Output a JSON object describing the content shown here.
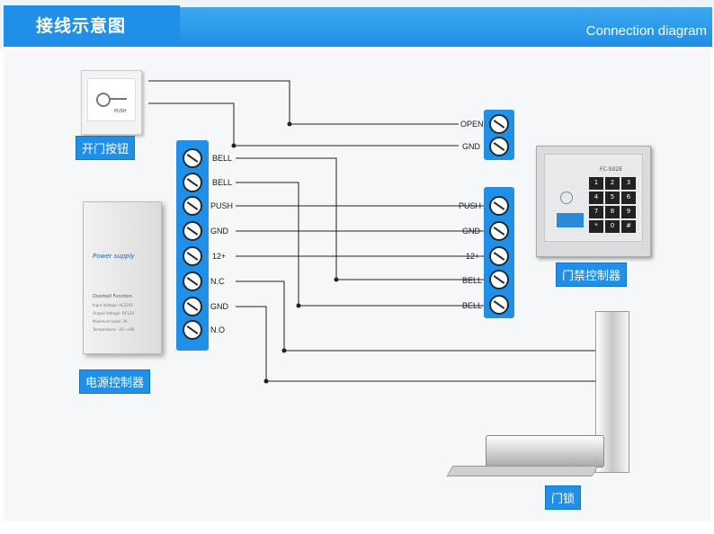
{
  "header": {
    "title": "接线示意图",
    "subtitle": "Connection diagram"
  },
  "exit_button": {
    "caption": "开门按钮",
    "face_text": "PUSH"
  },
  "power_supply": {
    "caption": "电源控制器",
    "face_title": "Power supply",
    "face_lines": [
      "Doorbell Function",
      "Input Voltage: AC220V",
      "Output Voltage: DC12V",
      "Maximum Load: 3A",
      "Temperature: -20~+60"
    ],
    "terminals": [
      "BELL",
      "BELL",
      "PUSH",
      "GND",
      "12+",
      "N.C",
      "GND",
      "N.O"
    ]
  },
  "button_terminals": [
    "OPEN",
    "GND"
  ],
  "access_controller": {
    "caption": "门禁控制器",
    "model": "FC-S02E",
    "terminals": [
      "PUSH",
      "GND",
      "12+",
      "BELL",
      "BELL"
    ],
    "keys": [
      "1",
      "2",
      "3",
      "4",
      "5",
      "6",
      "7",
      "8",
      "9",
      "*",
      "0",
      "#"
    ]
  },
  "lock": {
    "caption": "门锁"
  }
}
